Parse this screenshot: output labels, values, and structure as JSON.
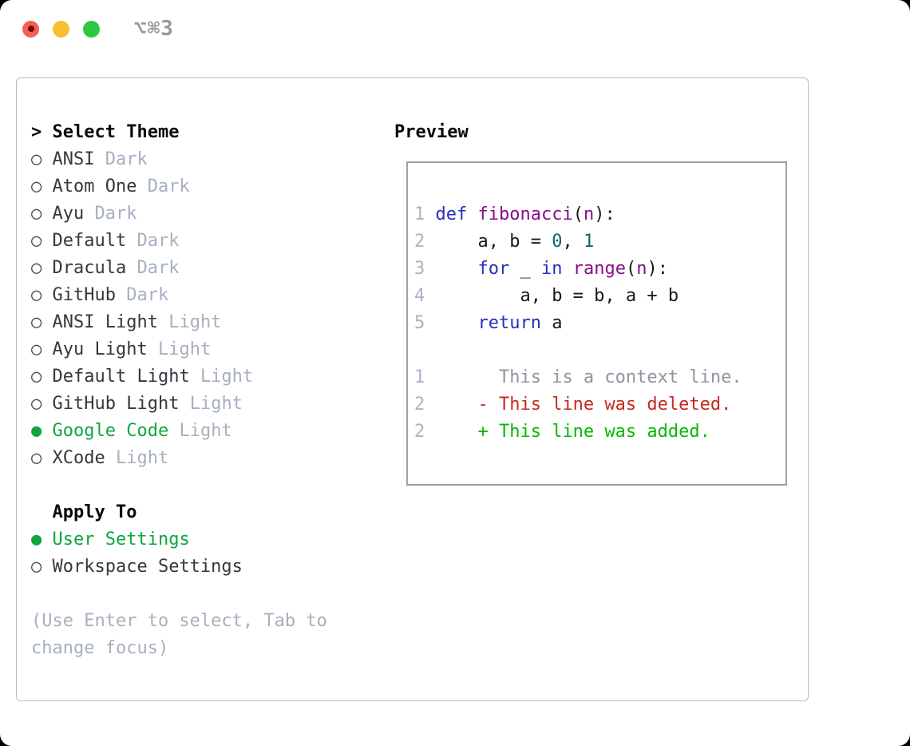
{
  "window": {
    "title": "⌥⌘3"
  },
  "glyphs": {
    "cursor": ">",
    "radio_unselected": "○",
    "radio_selected": "●"
  },
  "colors": {
    "accent_green": "#0fa63d",
    "keyword_blue": "#2430bd",
    "function_purple": "#8a0b8a",
    "number_teal": "#0a6868",
    "plain_code": "#17191c",
    "line_number": "#a9b3c3",
    "context_gray": "#8f969f",
    "deleted_red": "#c42a1c",
    "added_green": "#00bb00",
    "muted": "#a7b0bf",
    "item_text": "#33383f",
    "heading": "#0a0a0a",
    "panel_border": "#b6bcc5",
    "preview_border": "#9aa3ae",
    "titlebar_text": "#97999d",
    "traffic_red": "#f25f58",
    "traffic_red_dot": "#750b04",
    "traffic_yellow": "#fbbe2e",
    "traffic_green": "#2bc840"
  },
  "theme_picker": {
    "header": "Select Theme",
    "items": [
      {
        "name": "ANSI",
        "variant": "Dark",
        "selected": false
      },
      {
        "name": "Atom One",
        "variant": "Dark",
        "selected": false
      },
      {
        "name": "Ayu",
        "variant": "Dark",
        "selected": false
      },
      {
        "name": "Default",
        "variant": "Dark",
        "selected": false
      },
      {
        "name": "Dracula",
        "variant": "Dark",
        "selected": false
      },
      {
        "name": "GitHub",
        "variant": "Dark",
        "selected": false
      },
      {
        "name": "ANSI Light",
        "variant": "Light",
        "selected": false
      },
      {
        "name": "Ayu Light",
        "variant": "Light",
        "selected": false
      },
      {
        "name": "Default Light",
        "variant": "Light",
        "selected": false
      },
      {
        "name": "GitHub Light",
        "variant": "Light",
        "selected": false
      },
      {
        "name": "Google Code",
        "variant": "Light",
        "selected": true
      },
      {
        "name": "XCode",
        "variant": "Light",
        "selected": false
      }
    ],
    "apply": {
      "header": "Apply To",
      "options": [
        {
          "label": "User Settings",
          "selected": true
        },
        {
          "label": "Workspace Settings",
          "selected": false
        }
      ]
    },
    "hint": "(Use Enter to select, Tab to change focus)"
  },
  "preview": {
    "label": "Preview",
    "lines": [
      {
        "ln": "1",
        "kind": "code",
        "tokens": [
          [
            "def",
            "kwd"
          ],
          [
            " ",
            "pln"
          ],
          [
            "fibonacci",
            "fun"
          ],
          [
            "(",
            "pln"
          ],
          [
            "n",
            "fun"
          ],
          [
            "):",
            "pln"
          ]
        ]
      },
      {
        "ln": "2",
        "kind": "code",
        "tokens": [
          [
            "    a, b = ",
            "pln"
          ],
          [
            "0",
            "num"
          ],
          [
            ", ",
            "pln"
          ],
          [
            "1",
            "num"
          ]
        ]
      },
      {
        "ln": "3",
        "kind": "code",
        "tokens": [
          [
            "    ",
            "pln"
          ],
          [
            "for",
            "kwd"
          ],
          [
            " _ ",
            "pln"
          ],
          [
            "in",
            "kwd"
          ],
          [
            " ",
            "pln"
          ],
          [
            "range",
            "fun"
          ],
          [
            "(",
            "pln"
          ],
          [
            "n",
            "fun"
          ],
          [
            "):",
            "pln"
          ]
        ]
      },
      {
        "ln": "4",
        "kind": "code",
        "tokens": [
          [
            "        a, b = b, a + b",
            "pln"
          ]
        ]
      },
      {
        "ln": "5",
        "kind": "code",
        "tokens": [
          [
            "    ",
            "pln"
          ],
          [
            "return",
            "kwd"
          ],
          [
            " a",
            "pln"
          ]
        ]
      },
      {
        "ln": "",
        "kind": "blank",
        "tokens": []
      },
      {
        "ln": "1",
        "kind": "context",
        "tokens": [
          [
            "      This is a context line.",
            "ctx"
          ]
        ]
      },
      {
        "ln": "2",
        "kind": "deleted",
        "tokens": [
          [
            "    - This line was deleted.",
            "del"
          ]
        ]
      },
      {
        "ln": "2",
        "kind": "added",
        "tokens": [
          [
            "    + This line was added.",
            "add"
          ]
        ]
      }
    ]
  }
}
